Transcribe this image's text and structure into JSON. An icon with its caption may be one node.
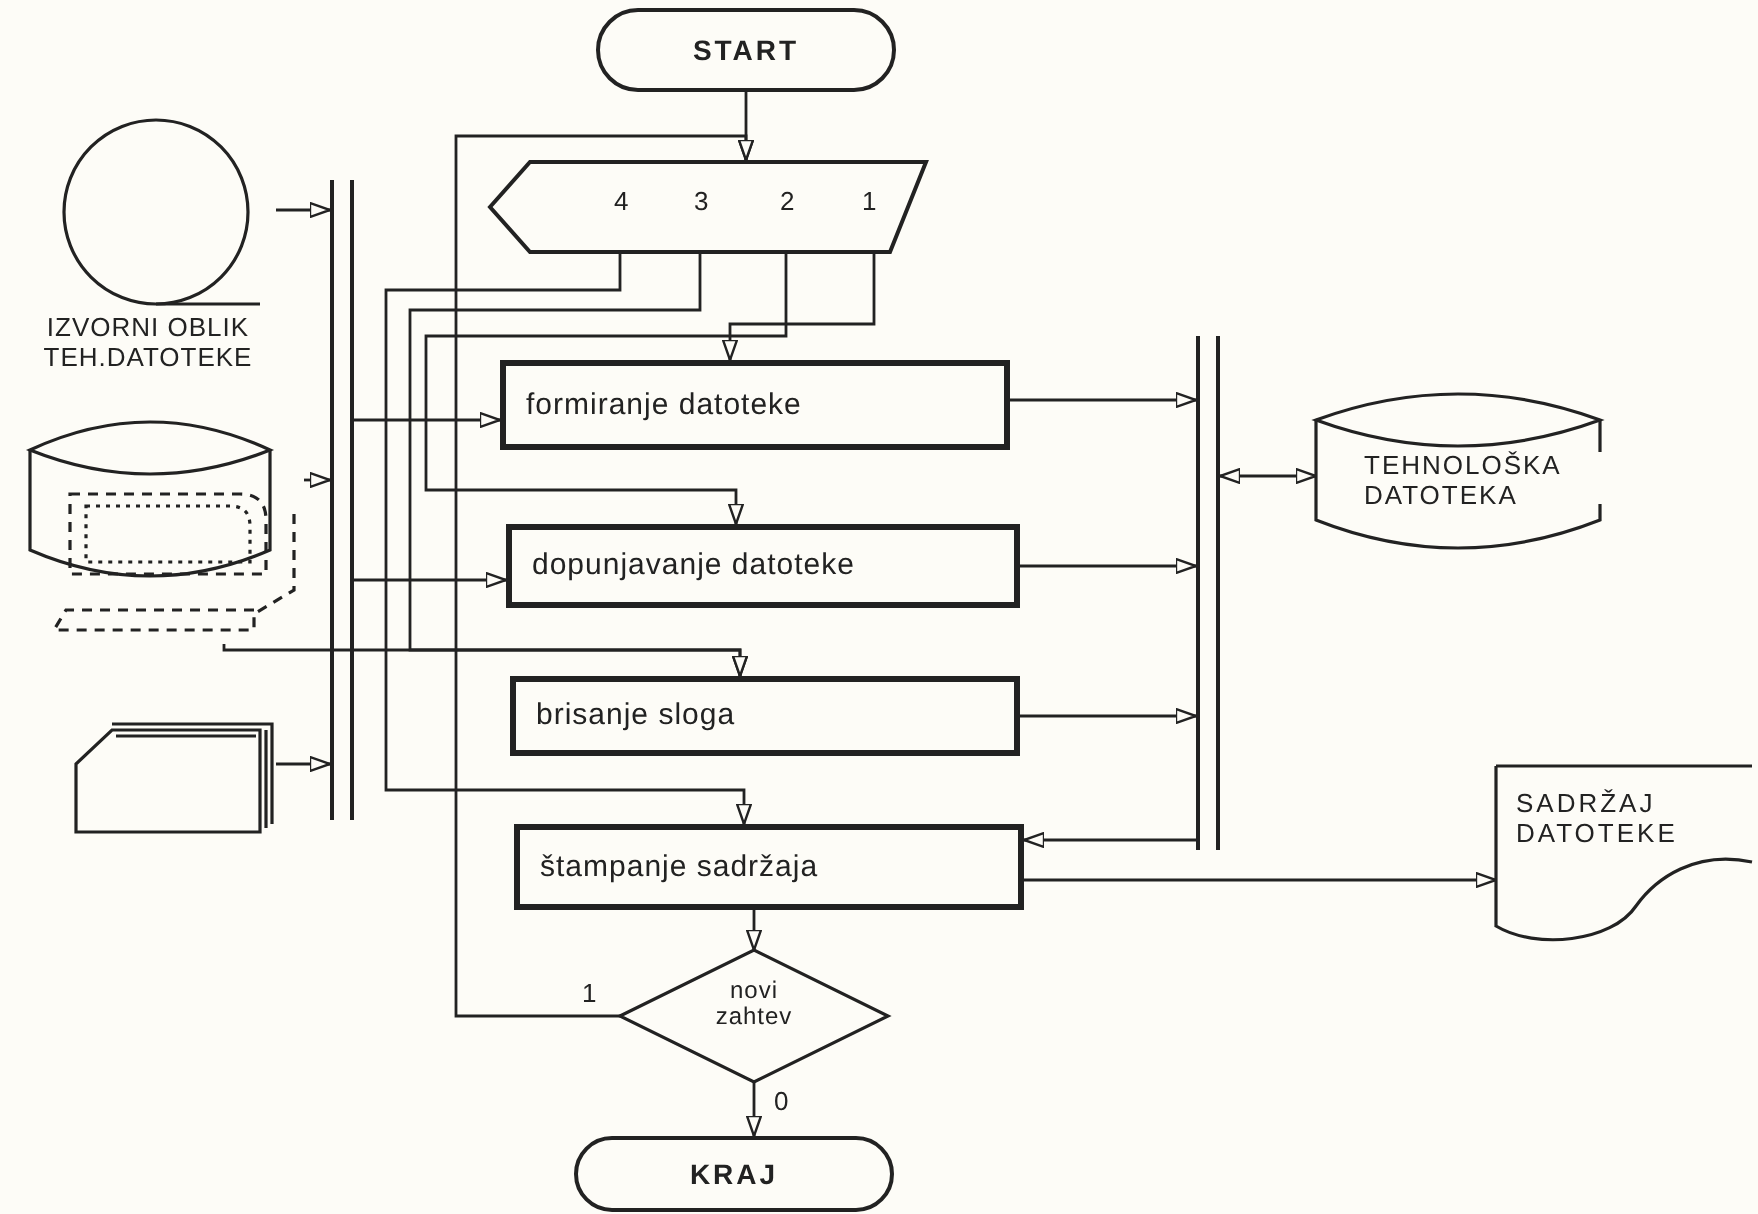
{
  "diagram": {
    "nodes": [
      {
        "text": [
          "START"
        ]
      },
      {
        "text": [
          "4",
          "3",
          "2",
          "1"
        ]
      },
      {
        "text": [
          "IZVORNI OBLIK TEH.DATOTEKE"
        ]
      },
      {
        "text": [],
        "shape": "cylinder"
      },
      {
        "text": [],
        "shape": "box"
      },
      {
        "text": [],
        "shape": "bar"
      },
      {
        "text": [
          "formiranje datoteke"
        ]
      },
      {
        "text": [
          "dopunjavanje datoteke"
        ]
      },
      {
        "text": [
          "brisanje sloga"
        ]
      },
      {
        "text": [
          "štampanje sadržaja"
        ]
      },
      {
        "text": [],
        "shape": "bar"
      },
      {
        "text": [
          "TEHNOLOŠKA DATOTEKA"
        ]
      },
      {
        "text": [
          "SADRŽAJ DATOTEKE"
        ]
      },
      {
        "text": [
          "novi zahtev"
        ]
      },
      {
        "text": [
          "KRAJ"
        ]
      }
    ],
    "edges": [
      {
        "from": 0,
        "to": 1,
        "arrow": "to"
      },
      {
        "from": 13,
        "to": 1,
        "arrow": "to",
        "label": "1"
      },
      {
        "from": 1,
        "to": 6,
        "arrow": "to"
      },
      {
        "from": 1,
        "to": 7,
        "arrow": "to"
      },
      {
        "from": 1,
        "to": 8,
        "arrow": "to"
      },
      {
        "from": 1,
        "to": 9,
        "arrow": "to"
      },
      {
        "from": 2,
        "to": 5,
        "arrow": "to"
      },
      {
        "from": 3,
        "to": 5,
        "arrow": "to"
      },
      {
        "from": 4,
        "to": 5,
        "arrow": "to"
      },
      {
        "from": 5,
        "to": 6,
        "arrow": "to"
      },
      {
        "from": 5,
        "to": 7,
        "arrow": "to"
      },
      {
        "from": 3,
        "to": 8,
        "arrow": "to"
      },
      {
        "from": 6,
        "to": 10,
        "arrow": "to"
      },
      {
        "from": 7,
        "to": 10,
        "arrow": "to"
      },
      {
        "from": 8,
        "to": 10,
        "arrow": "to"
      },
      {
        "from": 10,
        "to": 9,
        "arrow": "to"
      },
      {
        "from": 10,
        "to": 11,
        "arrow": "both"
      },
      {
        "from": 9,
        "to": 12,
        "arrow": "to"
      },
      {
        "from": 9,
        "to": 13,
        "arrow": "to"
      },
      {
        "from": 13,
        "to": 14,
        "arrow": "to",
        "label": "0"
      }
    ]
  }
}
